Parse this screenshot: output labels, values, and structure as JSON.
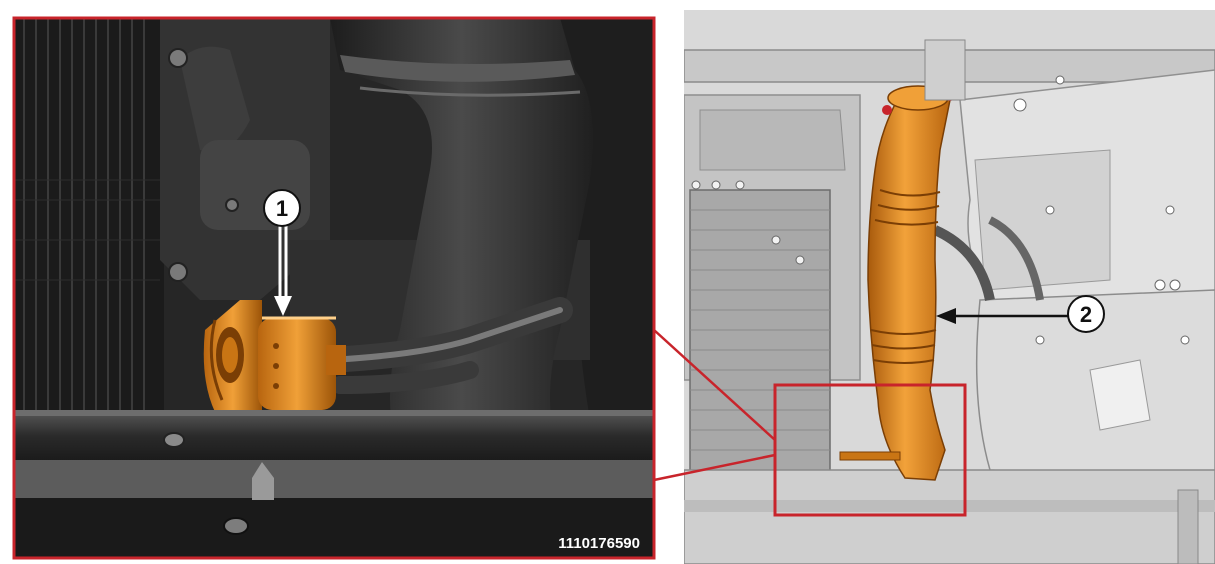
{
  "figure": {
    "id": "1110176590",
    "callouts": [
      {
        "number": "1"
      },
      {
        "number": "2"
      }
    ],
    "colors": {
      "highlight_border": "#c8242b",
      "component": "#e08a1e",
      "component_dark": "#a85a0c",
      "engine_dark": "#2b2b2b",
      "engine_light": "#d6d6d6"
    }
  }
}
